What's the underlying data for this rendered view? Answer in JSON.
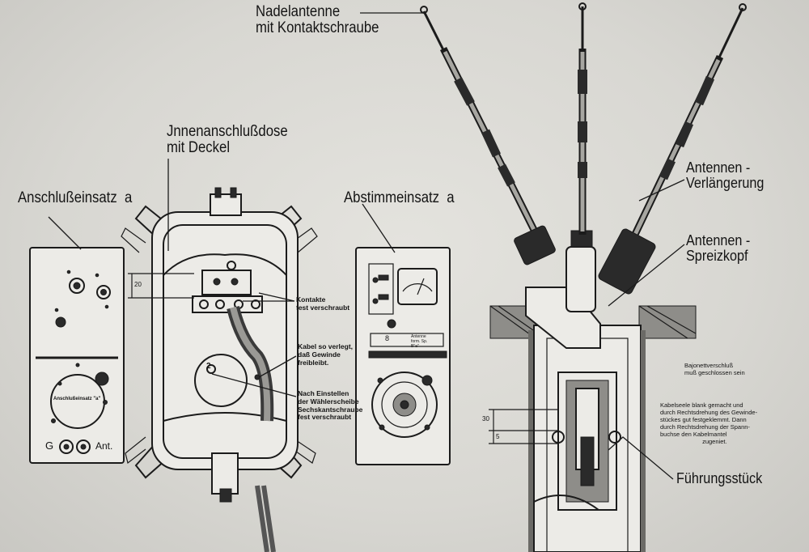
{
  "labels": {
    "nadelantenne": "Nadelantenne\nmit Kontaktschraube",
    "innenanschlussdose": "Jnnenanschlußdose\nmit Deckel",
    "anschlusseinsatz": "Anschlußeinsatz  a",
    "abstimmeinsatz": "Abstimmeinsatz  a",
    "antennen_verlaengerung": "Antennen -\nVerlängerung",
    "antennen_spreizkopf": "Antennen -\nSpreizkopf",
    "fuehrungsstueck": "Führungsstück"
  },
  "notes": {
    "kontakte": "Kontakte\nfest verschraubt",
    "kabel": "Kabel so verlegt,\ndaß Gewinde\nfreibleibt.",
    "waehlerscheibe": "Nach Einstellen\nder Wählerscheibe\nSechskantschraube\nfest verschraubt",
    "bajonett": "Bajonettverschluß\nmuß geschlossen sein",
    "kabelseele": "Kabelseele blank gemacht und\ndurch Rechtsdrehung des Gewinde-\nstückes gut festgeklemmt. Dann\ndurch Rechtsdrehung der Spann-\nbuchse den Kabelmantel\n                         zugeniet."
  },
  "panel_text": {
    "anschluss_plate": "Anschlußeinsatz \"a\"",
    "terminal_g": "G",
    "terminal_ant": "Ant.",
    "abstimm_plate": "Antenne\nform. Sp.\nB\"a\"",
    "abstimm_number": "8",
    "dial_number": "2"
  },
  "dimensions": {
    "d20": "20",
    "d30": "30",
    "d5": "5"
  },
  "colors": {
    "paper": "#d9d8d3",
    "ink": "#1b1b1b"
  }
}
